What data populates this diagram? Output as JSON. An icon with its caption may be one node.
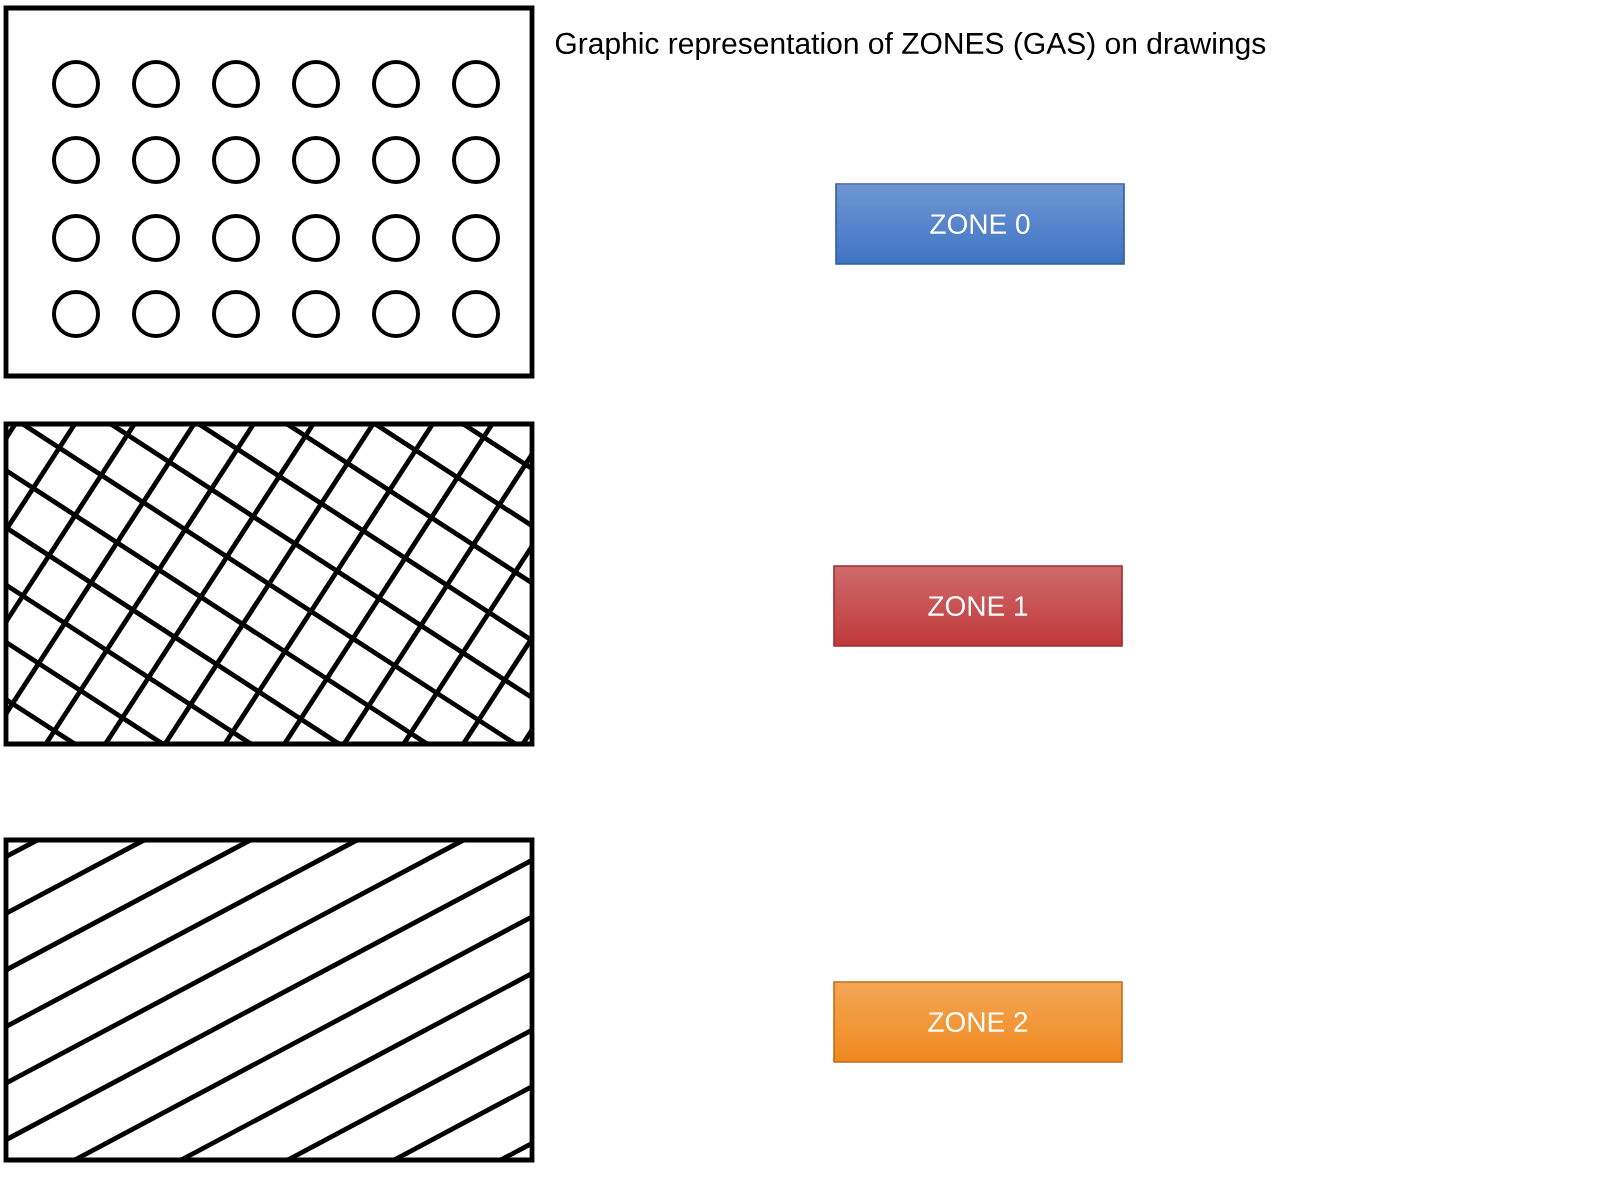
{
  "diagram": {
    "title": "Graphic representation of ZONES (GAS)  on drawings",
    "nodes": [
      {
        "text": [],
        "shape": "box"
      },
      {
        "text": [
          "ZONE 0"
        ]
      },
      {
        "text": [],
        "shape": "box"
      },
      {
        "text": [
          "ZONE 1"
        ]
      },
      {
        "text": [],
        "shape": "box"
      },
      {
        "text": [
          "ZONE 2"
        ]
      }
    ]
  }
}
